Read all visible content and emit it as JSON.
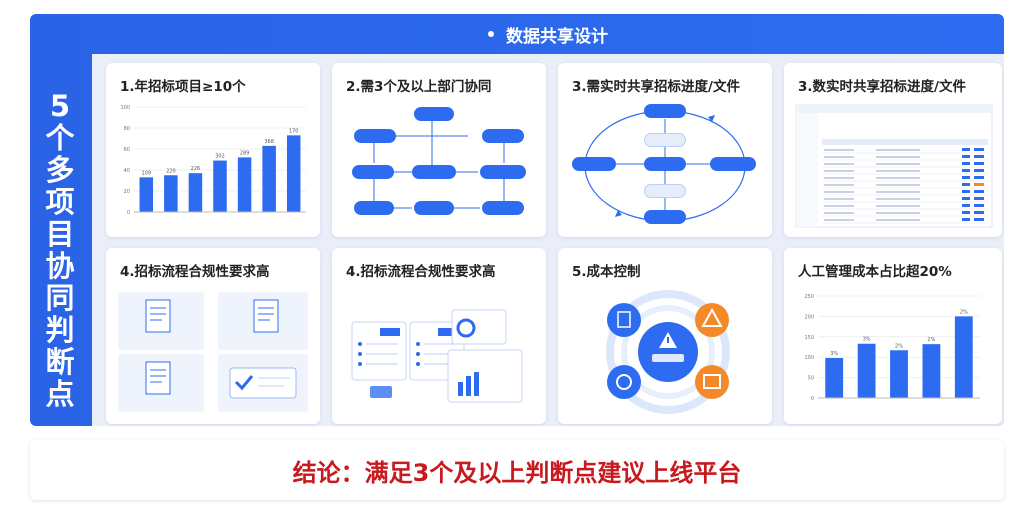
{
  "header": {
    "title": "数据共享设计"
  },
  "side_label": [
    "5",
    "个",
    "多",
    "项",
    "目",
    "协",
    "同",
    "判",
    "断",
    "点"
  ],
  "cards": {
    "c1": {
      "title": "1.年招标项目≥10个"
    },
    "c2": {
      "title": "2.需3个及以上部门协同"
    },
    "c3": {
      "title": "3.需实时共享招标进度/文件"
    },
    "c4": {
      "title": "3.数实时共享招标进度/文件"
    },
    "c5": {
      "title": "4.招标流程合规性要求高"
    },
    "c6": {
      "title": "4.招标流程合规性要求高"
    },
    "c7": {
      "title": "5.成本控制"
    },
    "c8": {
      "title": "人工管理成本占比超20%"
    }
  },
  "conclusion": "结论：满足3个及以上判断点建议上线平台",
  "colors": {
    "primary": "#2d6cf0",
    "panel": "#2a63e6",
    "conclusion": "#c8191e",
    "orange": "#f4892a"
  },
  "icons": [
    "document-icon",
    "warning-icon",
    "coin-icon",
    "box-icon",
    "alert-icon",
    "check-icon"
  ],
  "chart_data": [
    {
      "type": "bar",
      "title": "1.年招标项目≥10个",
      "categories": [
        "",
        "",
        "",
        "",
        "",
        "",
        ""
      ],
      "values": [
        33,
        35,
        37,
        49,
        52,
        63,
        73
      ],
      "data_labels": [
        "109",
        "220",
        "226",
        "302",
        "289",
        "368",
        "170"
      ],
      "ylim": [
        0,
        100
      ],
      "yticks": [
        0,
        20,
        40,
        60,
        80,
        100
      ]
    },
    {
      "type": "bar",
      "title": "人工管理成本占比超20%",
      "categories": [
        "",
        "",
        "",
        "",
        ""
      ],
      "values": [
        98,
        133,
        117,
        132,
        200
      ],
      "data_labels": [
        "3%",
        "3%",
        "2%",
        "2%",
        "2%"
      ],
      "ylim": [
        0,
        250
      ],
      "yticks": [
        0,
        50,
        100,
        150,
        200,
        250
      ]
    }
  ]
}
